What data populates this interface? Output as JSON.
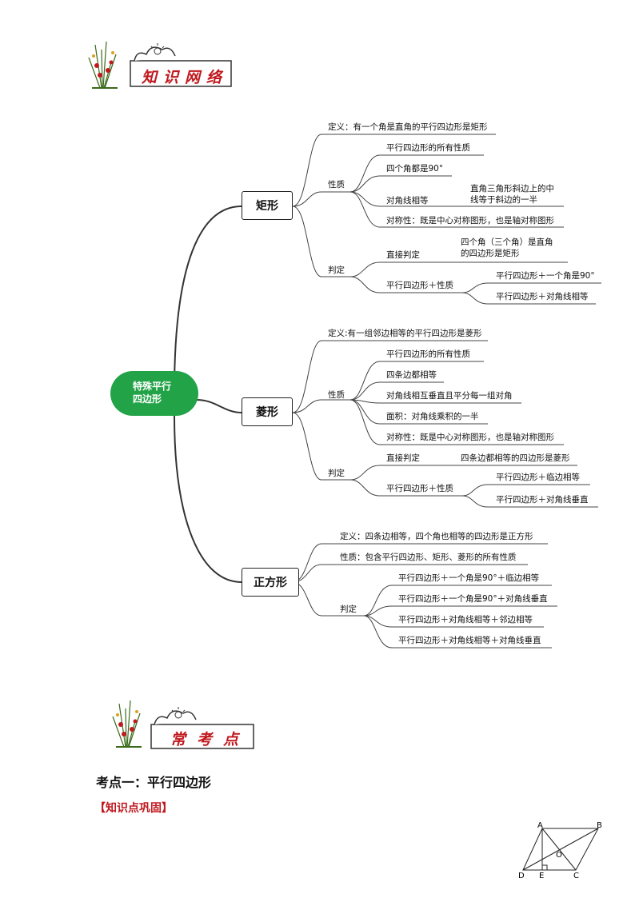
{
  "banner1": {
    "title": "知识网络"
  },
  "banner2": {
    "title": "常考点"
  },
  "root": {
    "label": "特殊平行四边形"
  },
  "rect": {
    "label": "矩形",
    "definition": "定义：有一个角是直角的平行四边形是矩形",
    "prop_label": "性质",
    "props": [
      "平行四边形的所有性质",
      "四个角都是90°",
      "对角线相等",
      "对称性：既是中心对称图形，也是轴对称图形"
    ],
    "diag_note": "直角三角形斜边上的中线等于斜边的一半",
    "judge_label": "判定",
    "direct": "直接判定",
    "direct_note": "四个角（三个角）是直角的四边形是矩形",
    "parallel": "平行四边形＋性质",
    "conds": [
      "平行四边形＋一个角是90°",
      "平行四边形＋对角线相等"
    ]
  },
  "rhombus": {
    "label": "菱形",
    "definition": "定义:有一组邻边相等的平行四边形是菱形",
    "prop_label": "性质",
    "props": [
      "平行四边形的所有性质",
      "四条边都相等",
      "对角线相互垂直且平分每一组对角",
      "面积：对角线乘积的一半",
      "对称性：既是中心对称图形，也是轴对称图形"
    ],
    "judge_label": "判定",
    "direct": "直接判定",
    "direct_note": "四条边都相等的四边形是菱形",
    "parallel": "平行四边形＋性质",
    "conds": [
      "平行四边形＋临边相等",
      "平行四边形＋对角线垂直"
    ]
  },
  "square": {
    "label": "正方形",
    "definition": "定义：四条边相等，四个角也相等的四边形是正方形",
    "property": "性质：包含平行四边形、矩形、菱形的所有性质",
    "judge_label": "判定",
    "conds": [
      "平行四边形＋一个角是90°＋临边相等",
      "平行四边形＋一个角是90°＋对角线垂直",
      "平行四边形＋对角线相等＋邻边相等",
      "平行四边形＋对角线相等＋对角线垂直"
    ]
  },
  "section": {
    "heading": "考点一：平行四边形",
    "sub": "【知识点巩固】"
  },
  "figure": {
    "points": [
      "A",
      "B",
      "O",
      "D",
      "E",
      "C"
    ]
  },
  "colors": {
    "green": "#22a347",
    "red": "#c0181e"
  }
}
